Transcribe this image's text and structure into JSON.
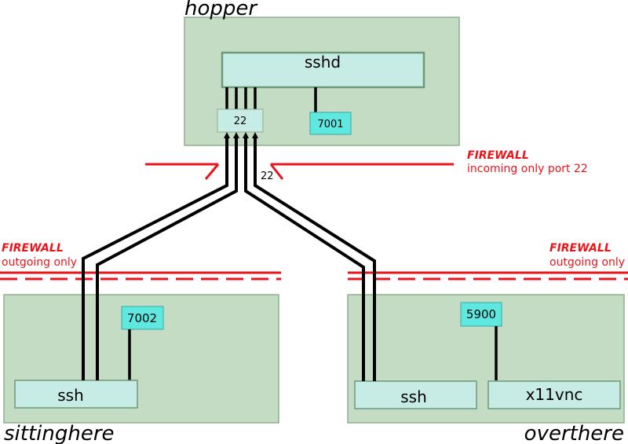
{
  "hosts": {
    "hopper": {
      "name": "hopper"
    },
    "sittinghere": {
      "name": "sittinghere"
    },
    "overthere": {
      "name": "overthere"
    }
  },
  "processes": {
    "sshd": "sshd",
    "ssh_left": "ssh",
    "ssh_right": "ssh",
    "x11vnc": "x11vnc"
  },
  "ports": {
    "hopper_22": "22",
    "hopper_7001": "7001",
    "sitting_7002": "7002",
    "over_5900": "5900",
    "incoming_22": "22"
  },
  "firewalls": {
    "top": {
      "title": "FIREWALL",
      "subtitle": "incoming only port 22"
    },
    "left": {
      "title": "FIREWALL",
      "subtitle": "outgoing only"
    },
    "right": {
      "title": "FIREWALL",
      "subtitle": "outgoing only"
    }
  },
  "colors": {
    "host_fill": "#c5dcc4",
    "host_stroke": "#8fb08c",
    "proc_fill": "#c6ece5",
    "proc_stroke": "#6a9a78",
    "port_fill": "#5ee8e0",
    "firewall": "#e8151b",
    "line": "#000000"
  }
}
